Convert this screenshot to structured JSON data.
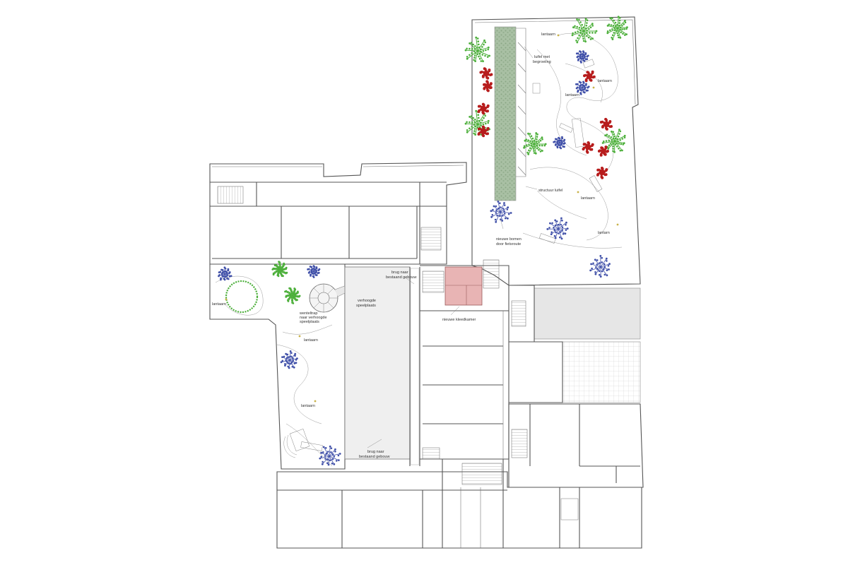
{
  "labels": {
    "lantaarn": "lantaarn",
    "lantaarn_alt": "lantarn",
    "luifel_1": "luifel met",
    "luifel_2": "begroeiing",
    "structuur_luifel": "structuur luifel",
    "nieuwe_bomen_1": "nieuwe bomen",
    "nieuwe_bomen_2": "door fietsroute",
    "brug_top_1": "brug naar",
    "brug_top_2": "bestaand gebouw",
    "verhoogde_1": "verhoogde",
    "verhoogde_2": "speelplaats",
    "wenteltrap_1": "wenteltrap",
    "wenteltrap_2": "naar verhoogde",
    "wenteltrap_3": "speelplaats",
    "kleedkamer": "nieuwe kleedkamer",
    "brug_bottom_1": "brug naar",
    "brug_bottom_2": "bestaand gebouw"
  },
  "colors": {
    "tree_green": "#4caf3a",
    "tree_red": "#b71c1c",
    "tree_blue": "#3f4fa8",
    "hedge": "#9fb89a",
    "highlight": "#e8b4b4",
    "raised_play": "#efefef",
    "court": "#e6e6e6"
  },
  "icons": {
    "tree_green": "deciduous-tree-icon",
    "tree_red": "red-tree-icon",
    "tree_blue": "blue-tree-icon",
    "spiral_stair": "spiral-stair-icon",
    "lantern": "lantern-marker-icon"
  }
}
